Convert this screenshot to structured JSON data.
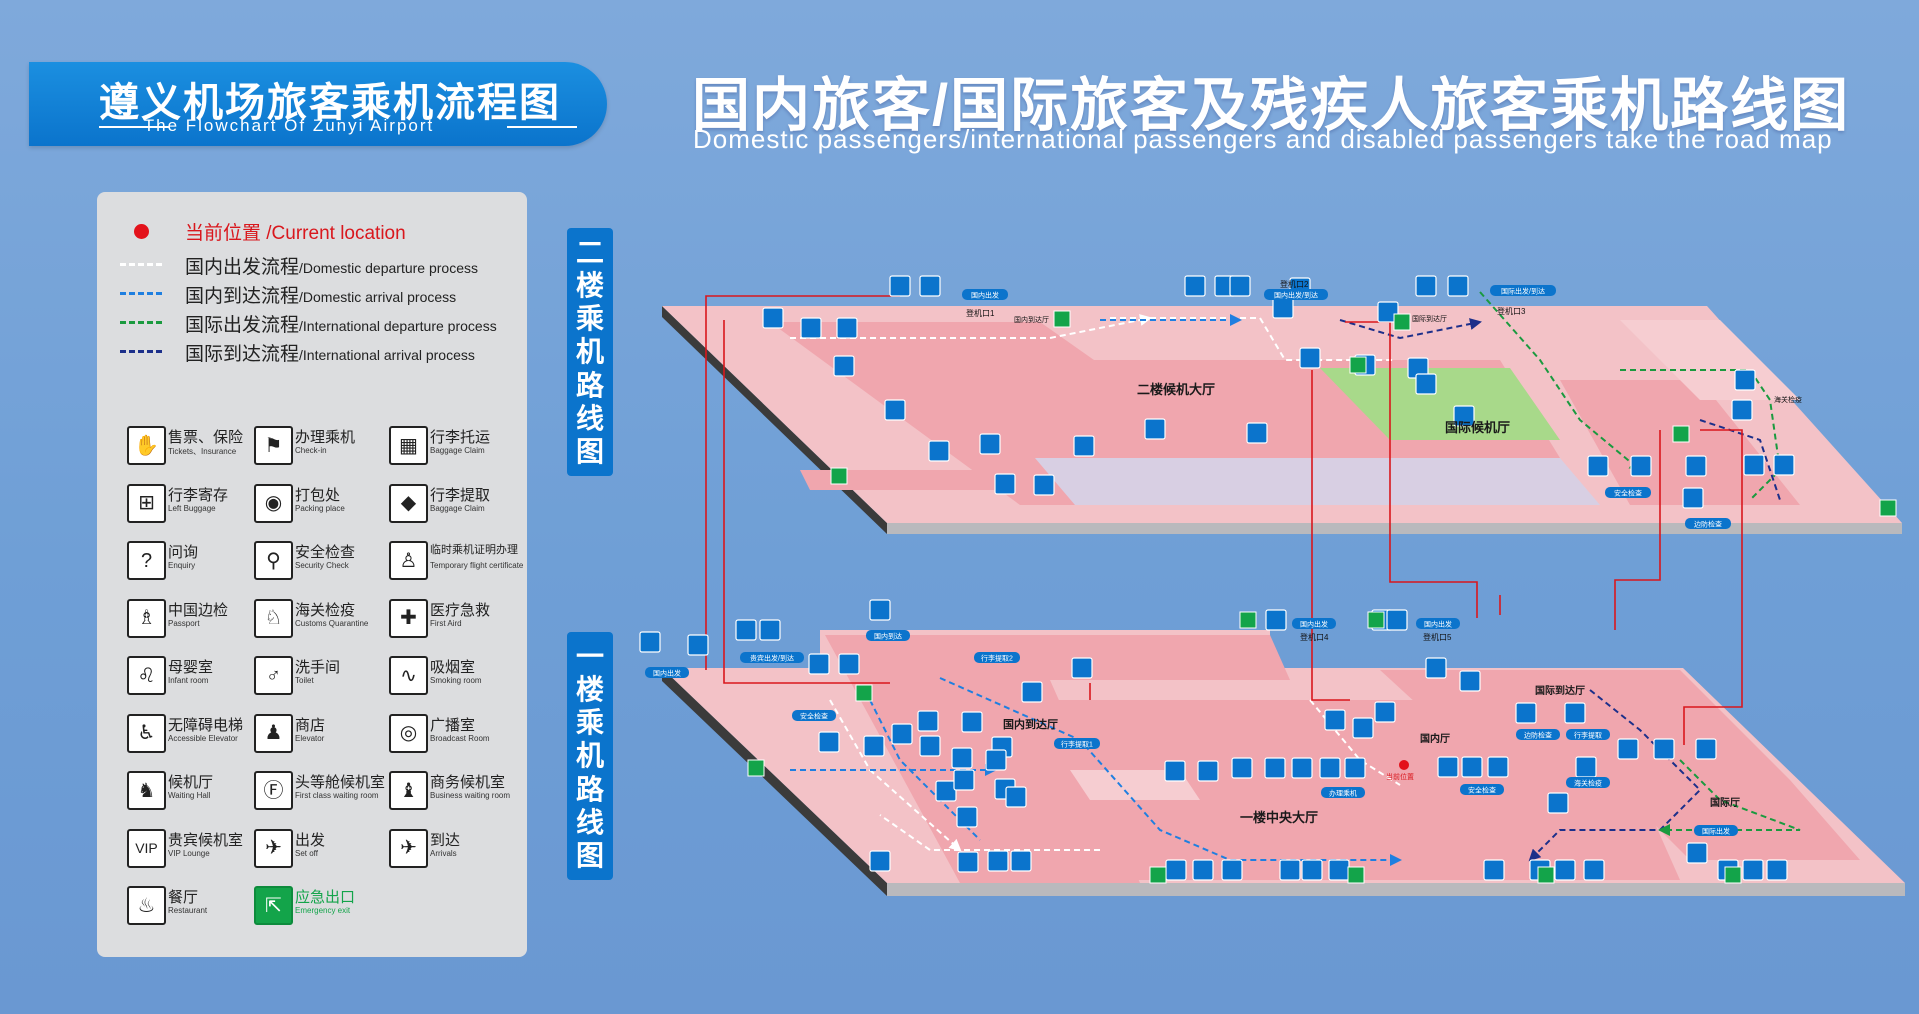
{
  "header": {
    "title_zh": "遵义机场旅客乘机流程图",
    "title_en": "The Flowchart Of Zunyi Airport",
    "main_title": "国内旅客/国际旅客及残疾人旅客乘机路线图",
    "main_subtitle": "Domestic passengers/international passengers and disabled passengers take the road map"
  },
  "legend": {
    "current_location": "当前位置 /Current location",
    "routes": [
      {
        "zh": "国内出发流程",
        "en": "/Domestic departure process",
        "color": "#ffffff"
      },
      {
        "zh": "国内到达流程",
        "en": "/Domestic arrival process",
        "color": "#1f7fe0"
      },
      {
        "zh": "国际出发流程",
        "en": "/International departure process",
        "color": "#1a9a3f"
      },
      {
        "zh": "国际到达流程",
        "en": "/International arrival process",
        "color": "#1c2f8a"
      }
    ],
    "icons": [
      {
        "icon": "ticket-icon",
        "glyph": "✋",
        "zh": "售票、保险",
        "en": "Tickets、Insurance"
      },
      {
        "icon": "checkin-icon",
        "glyph": "⚑",
        "zh": "办理乘机",
        "en": "Check-in"
      },
      {
        "icon": "baggage-claim-icon",
        "glyph": "▦",
        "zh": "行李托运",
        "en": "Baggage Claim"
      },
      {
        "icon": "left-luggage-icon",
        "glyph": "⊞",
        "zh": "行李寄存",
        "en": "Left Buggage"
      },
      {
        "icon": "packing-icon",
        "glyph": "◉",
        "zh": "打包处",
        "en": "Packing place"
      },
      {
        "icon": "baggage-pickup-icon",
        "glyph": "◆",
        "zh": "行李提取",
        "en": "Baggage Claim"
      },
      {
        "icon": "enquiry-icon",
        "glyph": "?",
        "zh": "问询",
        "en": "Enquiry"
      },
      {
        "icon": "security-icon",
        "glyph": "⚲",
        "zh": "安全检查",
        "en": "Security Check"
      },
      {
        "icon": "temp-certificate-icon",
        "glyph": "♙",
        "zh": "临时乘机证明办理",
        "en": "Temporary flight certificate"
      },
      {
        "icon": "passport-icon",
        "glyph": "♗",
        "zh": "中国边检",
        "en": "Passport"
      },
      {
        "icon": "customs-icon",
        "glyph": "♘",
        "zh": "海关检疫",
        "en": "Customs Quarantine"
      },
      {
        "icon": "first-aid-icon",
        "glyph": "✚",
        "zh": "医疗急救",
        "en": "First Aird"
      },
      {
        "icon": "infant-room-icon",
        "glyph": "♌",
        "zh": "母婴室",
        "en": "Infant room"
      },
      {
        "icon": "toilet-icon",
        "glyph": "♂",
        "zh": "洗手间",
        "en": "Toilet"
      },
      {
        "icon": "smoking-icon",
        "glyph": "∿",
        "zh": "吸烟室",
        "en": "Smoking room"
      },
      {
        "icon": "accessible-elevator-icon",
        "glyph": "♿",
        "zh": "无障碍电梯",
        "en": "Accessible Elevator"
      },
      {
        "icon": "shop-icon",
        "glyph": "♟",
        "zh": "商店",
        "en": "Elevator"
      },
      {
        "icon": "broadcast-icon",
        "glyph": "◎",
        "zh": "广播室",
        "en": "Broadcast Room"
      },
      {
        "icon": "waiting-hall-icon",
        "glyph": "♞",
        "zh": "候机厅",
        "en": "Waiting Hall"
      },
      {
        "icon": "first-class-icon",
        "glyph": "Ⓕ",
        "zh": "头等舱候机室",
        "en": "First class waiting room"
      },
      {
        "icon": "business-lounge-icon",
        "glyph": "♝",
        "zh": "商务候机室",
        "en": "Business waiting room"
      },
      {
        "icon": "vip-icon",
        "glyph": "VIP",
        "zh": "贵宾候机室",
        "en": "VIP Lounge"
      },
      {
        "icon": "departure-icon",
        "glyph": "✈",
        "zh": "出发",
        "en": "Set off"
      },
      {
        "icon": "arrival-icon",
        "glyph": "✈",
        "zh": "到达",
        "en": "Arrivals"
      },
      {
        "icon": "restaurant-icon",
        "glyph": "♨",
        "zh": "餐厅",
        "en": "Restaurant"
      },
      {
        "icon": "emergency-exit-icon",
        "glyph": "⇱",
        "zh": "应急出口",
        "en": "Emergency exit",
        "accent": "#13a44a"
      }
    ]
  },
  "floors": {
    "upper_label": "二楼乘机路线图",
    "lower_label": "一楼乘机路线图",
    "upper": {
      "hall": "二楼候机大厅",
      "intl_hall": "国际候机厅",
      "gate1": "登机口1",
      "gate2": "登机口2",
      "gate3": "登机口3",
      "dom_depart": "国内出发",
      "dom_arrive": "国内到达厅",
      "dom_depart_arrive": "国内出发/到达",
      "intl_depart_arrive": "国际出发/到达",
      "intl_arrive": "国际到达厅",
      "customs": "海关检疫",
      "security": "安全检查",
      "border": "边防检查"
    },
    "lower": {
      "central_hall": "一楼中央大厅",
      "dom_arrive_hall": "国内到达厅",
      "dom_hall": "国内厅",
      "intl_hall": "国际厅",
      "intl_arrive": "国际到达厅",
      "dom_depart": "国内出发",
      "dom_arrive": "国内到达",
      "vip_depart_arrive": "贵宾出发/到达",
      "security": "安全检查",
      "baggage_claim2": "行李提取2",
      "baggage_claim1": "行李提取1",
      "gate4": "登机口4",
      "gate5": "登机口5",
      "checkin": "办理乘机",
      "current": "当前位置",
      "border": "边防检查",
      "customs_left": "海关检疫",
      "baggage_intl": "行李提取",
      "customs": "海关检疫",
      "intl_depart": "国际出发",
      "dom_depart2": "国内出发"
    }
  },
  "colors": {
    "accent_blue": "#0b74cc",
    "floor_pink": "#f0a6ae",
    "floor_light": "#f6cdd1",
    "intl_green": "#a8d98a",
    "route_red": "#d9171d",
    "current_red": "#e3121b"
  }
}
